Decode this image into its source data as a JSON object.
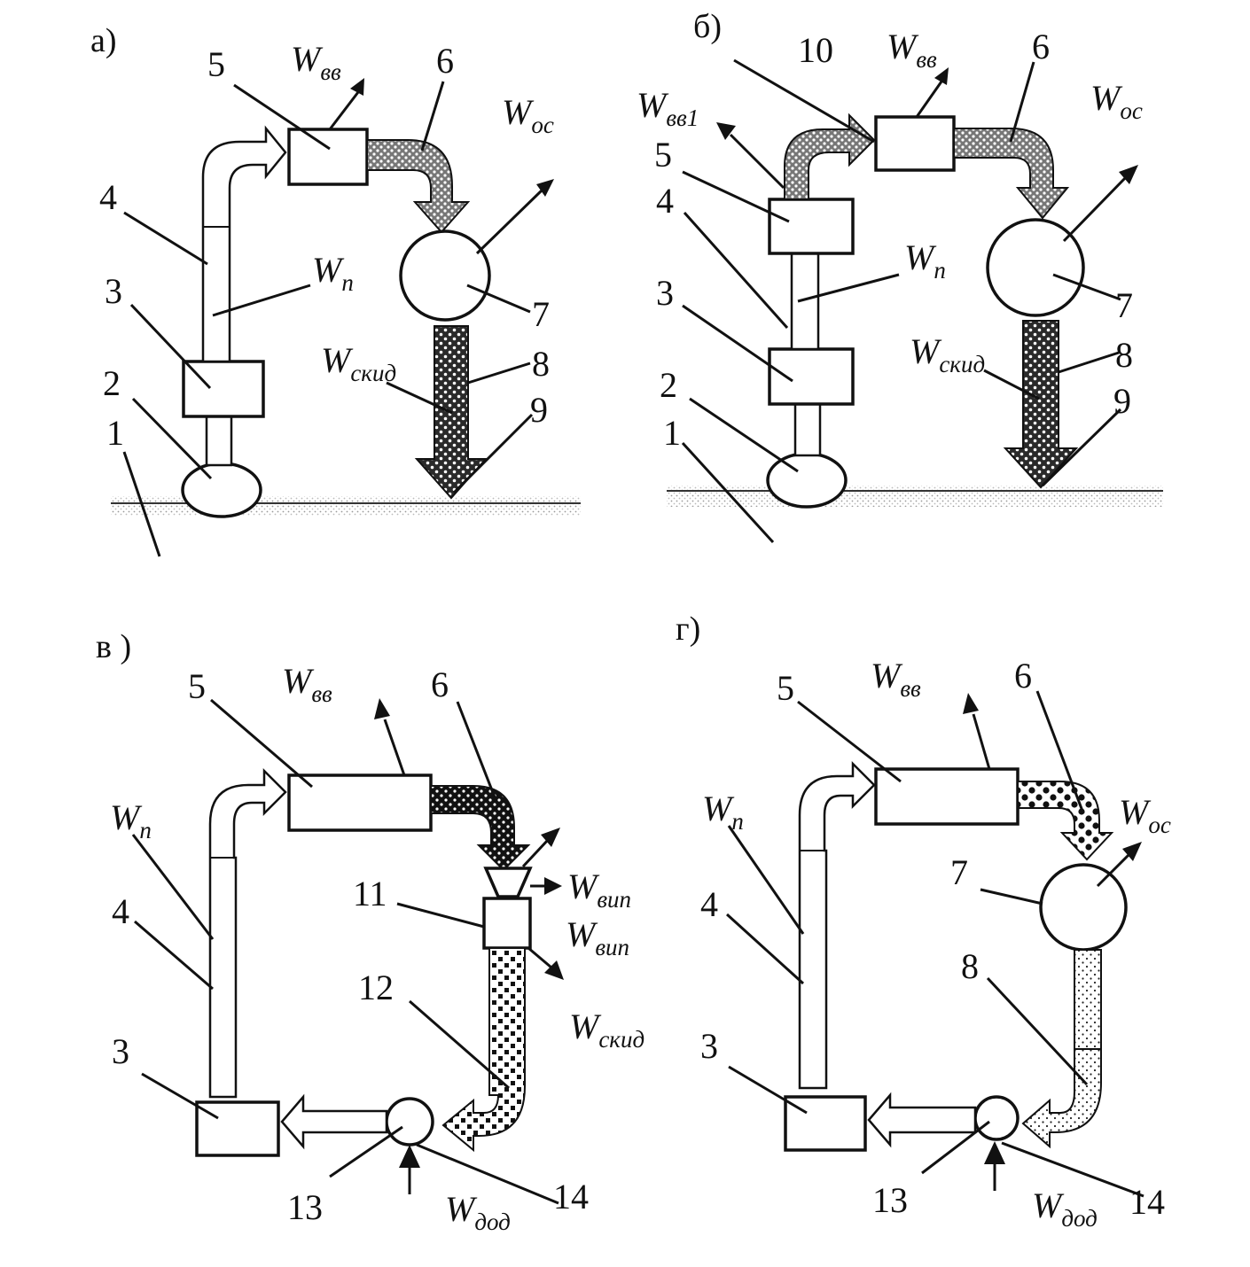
{
  "panels": {
    "a": "а)",
    "b": "б)",
    "v": "в )",
    "g": "г)"
  },
  "numbers": {
    "n1": "1",
    "n2": "2",
    "n3": "3",
    "n4": "4",
    "n5": "5",
    "n6": "6",
    "n7": "7",
    "n8": "8",
    "n9": "9",
    "n10": "10",
    "n11": "11",
    "n12": "12",
    "n13": "13",
    "n14": "14"
  },
  "w": {
    "base": "W",
    "vv": "вв",
    "vv1": "вв1",
    "os": "ос",
    "p": "п",
    "skid": "скид",
    "vip": "вип",
    "dod": "дод"
  }
}
